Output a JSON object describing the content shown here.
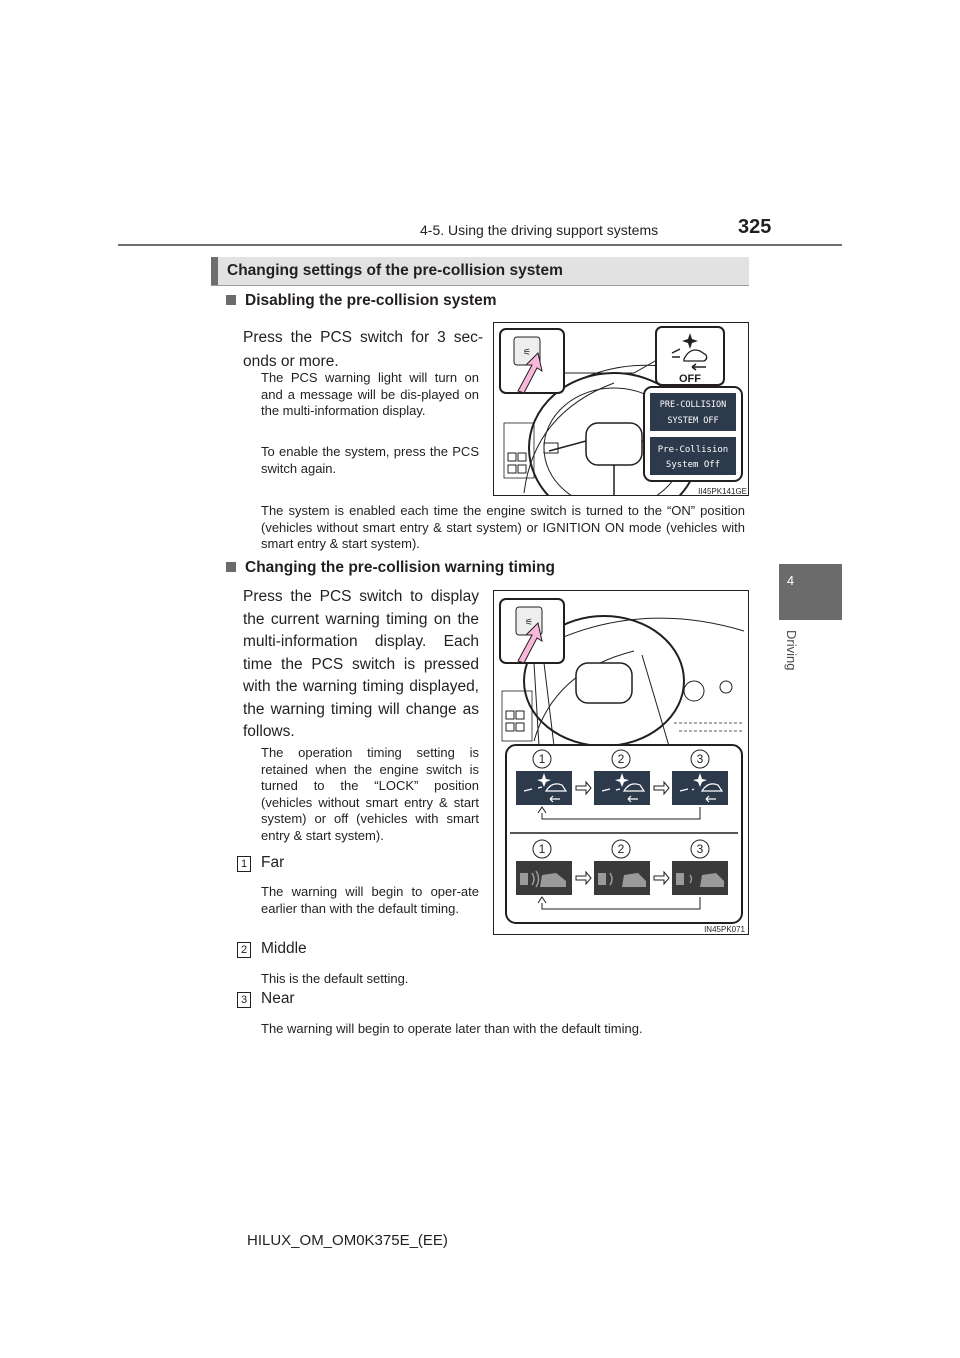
{
  "header": {
    "section_title": "4-5. Using the driving support systems",
    "page_number": "325"
  },
  "side_tab": {
    "chapter_number": "4",
    "chapter_label": "Driving"
  },
  "section": {
    "title": "Changing settings of the pre-collision system"
  },
  "disable": {
    "heading": "Disabling the pre-collision system",
    "body": "Press the PCS switch for 3 sec-onds or more.",
    "note1": "The PCS warning light will turn on and a message will be dis-played on the multi-information display.",
    "note2": "To enable the system, press the PCS switch again.",
    "note3": "The system is enabled each time the engine switch is turned to the “ON” position (vehicles without smart entry & start system) or IGNITION ON mode (vehicles with smart entry & start system).",
    "figure": {
      "code": "II45PK141GE",
      "icon_text": "OFF",
      "display1_line1": "PRE-COLLISION",
      "display1_line2": "SYSTEM OFF",
      "display2_line1": "Pre-Collision",
      "display2_line2": "System Off"
    }
  },
  "timing": {
    "heading": "Changing the pre-collision warning timing",
    "body": "Press the PCS switch to display the current warning timing on the multi-information display. Each time the PCS switch is pressed with the warning timing displayed, the warning timing will change as follows.",
    "note": "The operation timing setting is retained when the engine switch is turned to the “LOCK” position (vehicles without smart entry & start system) or off (vehicles with smart entry & start system).",
    "items": [
      {
        "num": "1",
        "label": "Far",
        "desc": "The warning will begin to oper-ate earlier than with the default timing."
      },
      {
        "num": "2",
        "label": "Middle",
        "desc": "This is the default setting."
      },
      {
        "num": "3",
        "label": "Near",
        "desc": "The warning will begin to operate later than with the default timing."
      }
    ],
    "figure": {
      "code": "IN45PK071",
      "step_labels": [
        "1",
        "2",
        "3"
      ]
    }
  },
  "footer": {
    "model_code": "HILUX_OM_OM0K375E_(EE)"
  }
}
